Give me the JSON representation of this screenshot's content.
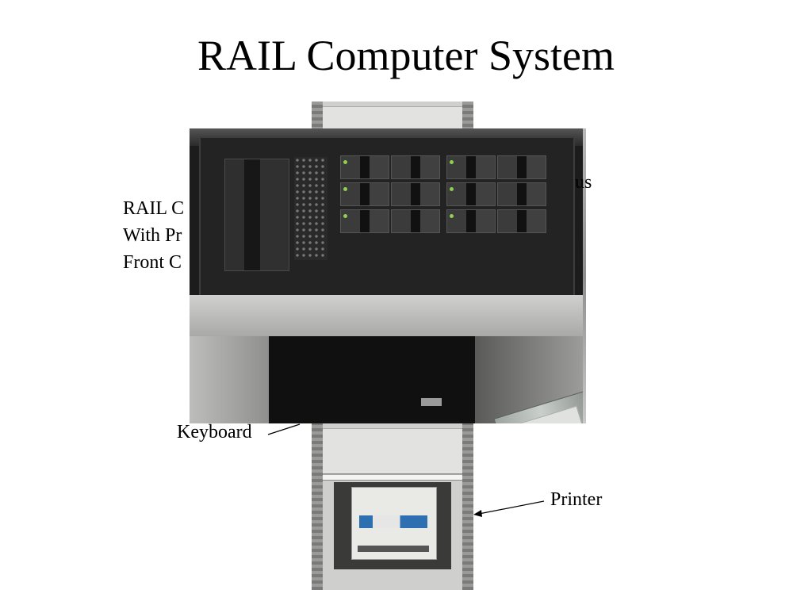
{
  "slide": {
    "title": "RAIL Computer System"
  },
  "labels": {
    "rail_computer_line1": "RAIL C",
    "rail_computer_line2": "With Pr",
    "rail_computer_line3": "Front C",
    "status_partial": "us",
    "keyboard": "Keyboard",
    "printer": "Printer"
  },
  "icons": {
    "keyboard_pointer": "line-icon",
    "printer_pointer": "arrow-icon"
  }
}
